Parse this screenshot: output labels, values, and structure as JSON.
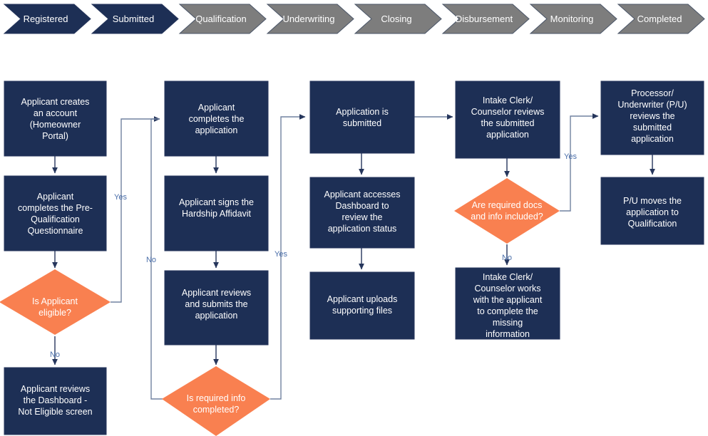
{
  "colors": {
    "navy": "#1d2f55",
    "navy_border": "#26365c",
    "orange": "#f98050",
    "gray": "#7d7d7d",
    "gray_border": "#4a5568",
    "connector": "#7182a0",
    "label_blue": "#4a6ea9",
    "white": "#ffffff",
    "background": "#ffffff"
  },
  "stage_bar": {
    "name": "process-stage-chevrons",
    "steps": [
      {
        "label": "Registered",
        "state": "active",
        "color": "#1d2f55"
      },
      {
        "label": "Submitted",
        "state": "active",
        "color": "#1d2f55"
      },
      {
        "label": "Qualification",
        "state": "inactive",
        "color": "#7d7d7d"
      },
      {
        "label": "Underwriting",
        "state": "inactive",
        "color": "#7d7d7d"
      },
      {
        "label": "Closing",
        "state": "inactive",
        "color": "#7d7d7d"
      },
      {
        "label": "Disbursement",
        "state": "inactive",
        "color": "#7d7d7d"
      },
      {
        "label": "Monitoring",
        "state": "inactive",
        "color": "#7d7d7d"
      },
      {
        "label": "Completed",
        "state": "inactive",
        "color": "#7d7d7d"
      }
    ]
  },
  "flowchart": {
    "nodes": [
      {
        "id": "n1",
        "shape": "process",
        "lines": [
          "Applicant creates",
          "an account",
          "(Homeowner",
          "Portal)"
        ]
      },
      {
        "id": "n2",
        "shape": "process",
        "lines": [
          "Applicant",
          "completes the Pre-",
          "Qualification",
          "Questionnaire"
        ]
      },
      {
        "id": "d1",
        "shape": "decision",
        "lines": [
          "Is Applicant",
          "eligible?"
        ]
      },
      {
        "id": "n3",
        "shape": "process",
        "lines": [
          "Applicant reviews",
          "the Dashboard -",
          "Not Eligible screen"
        ]
      },
      {
        "id": "n4",
        "shape": "process",
        "lines": [
          "Applicant",
          "completes the",
          "application"
        ]
      },
      {
        "id": "n5",
        "shape": "process",
        "lines": [
          "Applicant signs the",
          "Hardship Affidavit"
        ]
      },
      {
        "id": "n6",
        "shape": "process",
        "lines": [
          "Applicant reviews",
          "and submits the",
          "application"
        ]
      },
      {
        "id": "d2",
        "shape": "decision",
        "lines": [
          "Is required info",
          "completed?"
        ]
      },
      {
        "id": "n7",
        "shape": "process",
        "lines": [
          "Application is",
          "submitted"
        ]
      },
      {
        "id": "n8",
        "shape": "process",
        "lines": [
          "Applicant accesses",
          "Dashboard to",
          "review the",
          "application status"
        ]
      },
      {
        "id": "n9",
        "shape": "process",
        "lines": [
          "Applicant uploads",
          "supporting files"
        ]
      },
      {
        "id": "n10",
        "shape": "process",
        "lines": [
          "Intake Clerk/",
          "Counselor reviews",
          "the submitted",
          "application"
        ]
      },
      {
        "id": "d3",
        "shape": "decision",
        "lines": [
          "Are required docs",
          "and info included?"
        ]
      },
      {
        "id": "n11",
        "shape": "process",
        "lines": [
          "Intake Clerk/",
          "Counselor works",
          "with the applicant",
          "to complete the",
          "missing",
          "information"
        ]
      },
      {
        "id": "n12",
        "shape": "process",
        "lines": [
          "Processor/",
          "Underwriter (P/U)",
          "reviews the",
          "submitted",
          "application"
        ]
      },
      {
        "id": "n13",
        "shape": "process",
        "lines": [
          "P/U moves the",
          "application to",
          "Qualification"
        ]
      }
    ],
    "edge_labels": [
      {
        "id": "e-yes-1",
        "text": "Yes",
        "from": "d1",
        "to": "n4"
      },
      {
        "id": "e-no-1",
        "text": "No",
        "from": "d1",
        "to": "n3"
      },
      {
        "id": "e-no-2",
        "text": "No",
        "from": "d2",
        "to": "n4"
      },
      {
        "id": "e-yes-2",
        "text": "Yes",
        "from": "d2",
        "to": "n7"
      },
      {
        "id": "e-no-3",
        "text": "No",
        "from": "d3",
        "to": "n11"
      },
      {
        "id": "e-yes-3",
        "text": "Yes",
        "from": "d3",
        "to": "n12"
      }
    ]
  }
}
